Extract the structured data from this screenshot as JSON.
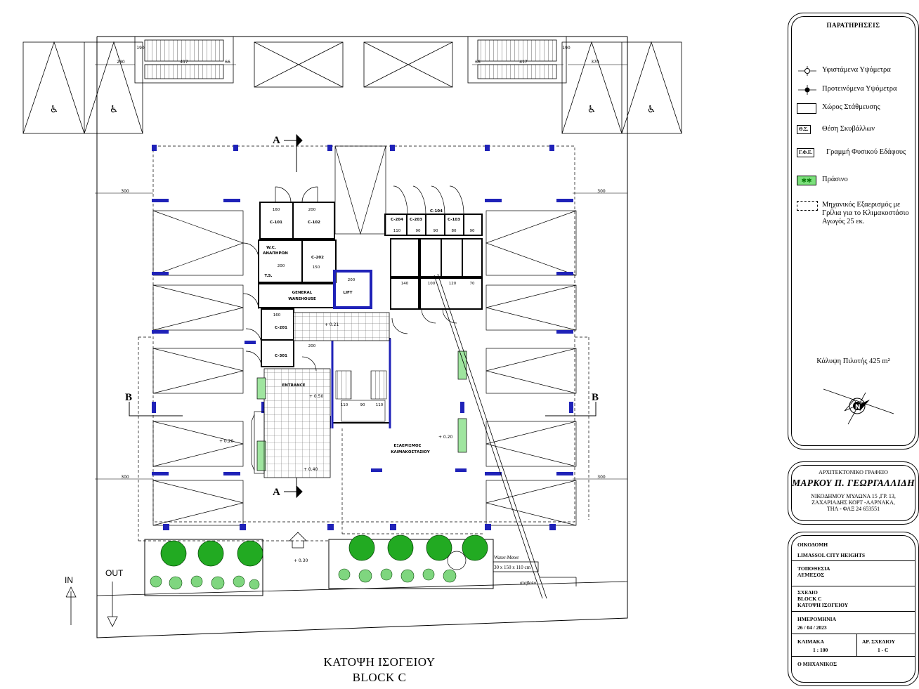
{
  "drawing": {
    "title_line1": "ΚΑΤΟΨΗ ΙΣΟΓΕΙΟΥ",
    "title_line2": "BLOCK C"
  },
  "notes": {
    "title": "ΠΑΡΑΤΗΡΗΣΕΙΣ",
    "legend": [
      {
        "symbol": "existing-meter-icon",
        "label": "Υφιστάμενα Υψόμετρα"
      },
      {
        "symbol": "proposed-meter-icon",
        "label": "Προτεινόμενα Υψόμετρα"
      },
      {
        "symbol": "parking-space-icon",
        "label": "Χώρος Στάθμευσης"
      },
      {
        "symbol_text": "Θ.Σ.",
        "label": "Θέση Σκυβάλλων"
      },
      {
        "symbol_text": "Γ.Φ.Ε.",
        "label": "Γραμμή Φυσικού Εδάφους"
      },
      {
        "symbol": "greenery-icon",
        "label": "Πράσινο"
      },
      {
        "symbol": "ventilation-icon",
        "label": "Μηχανικός Εξαερισμός με Γρίλια για το Κλιμακοστάσιο Αγωγός 25 εκ."
      }
    ],
    "coverage": "Κάλυψη Πιλοτής 425 m²"
  },
  "office": {
    "title": "ΑΡΧΙΤΕΚΤΟΝΙΚΟ ΓΡΑΦΕΙΟ",
    "name": "ΜΑΡΚΟΥ Π. ΓΕΩΡΓΑΛΛΙΔΗ",
    "address_line1": "ΝΙΚΟΔΗΜΟΥ ΜΥΛΩΝΑ 15 ,ΓΡ. 13,",
    "address_line2": "ΖΑΧΑΡΙΑΔΗΣ ΚΟΡΤ -ΛΑΡΝΑΚΑ,",
    "address_line3": "ΤΗΛ - ΦΑΞ 24 653551"
  },
  "titleblock": {
    "building_label": "ΟΙΚΟΔΟΜΗ",
    "building_value": "LIMASSOL CITY HEIGHTS",
    "location_label": "ΤΟΠΟΘΕΣΙΑ",
    "location_value": "ΛΕΜΕΣΟΣ",
    "drawing_label": "ΣΧΕΔΙΟ",
    "drawing_value1": "BLOCK C",
    "drawing_value2": "ΚΑΤΟΨΗ ΙΣΟΓΕΙΟΥ",
    "date_label": "ΗΜΕΡΟΜΗΝΙΑ",
    "date_value": "26 / 04 / 2023",
    "scale_label": "ΚΛΙΜΑΚΑ",
    "scale_value": "1 : 100",
    "sheet_label": "ΑΡ. ΣΧΕΔΙΟΥ",
    "sheet_value": "1 - C",
    "engineer_label": "Ο ΜΗΧΑΝΙΚΟΣ"
  },
  "plan": {
    "section_a": "A",
    "section_b": "B",
    "in_label": "IN",
    "out_label": "OUT",
    "entrance": "ENTRANCE",
    "lift": "LIFT",
    "general_line1": "GENERAL",
    "general_line2": "WAREHOUSE",
    "wc_line1": "W.C.",
    "wc_line2": "ΑΝΑΠΗΡΩΝ",
    "ts": "T.S.",
    "stair_vent_line1": "ΕΞΑΕΡΙΣΜΟΣ",
    "stair_vent_line2": "ΚΛΙΜΑΚΟΣΤΑΣΙΟΥ",
    "water_meter_label": "Water-Meter",
    "water_meter_size": "30 x 150 x 110 cm",
    "stavlos": "σταβολο",
    "storage_labels": [
      "C-101",
      "C-102",
      "C-202",
      "C-201",
      "C-301",
      "C-204",
      "C-203",
      "C-104",
      "C-103"
    ],
    "dims": {
      "d280": "280",
      "d417": "417",
      "d66": "66",
      "d190": "190",
      "d370": "370",
      "d300": "300",
      "d160": "160",
      "d200": "200",
      "d150": "150",
      "d110": "110",
      "d90": "90",
      "d80": "80",
      "d140": "140",
      "d100": "100",
      "d120": "120",
      "d70": "70"
    },
    "levels": {
      "l021": "+ 0.21",
      "l050": "+ 0.50",
      "l020": "+ 0.20",
      "l040": "+ 0.40",
      "l030": "+ 0.30"
    }
  }
}
